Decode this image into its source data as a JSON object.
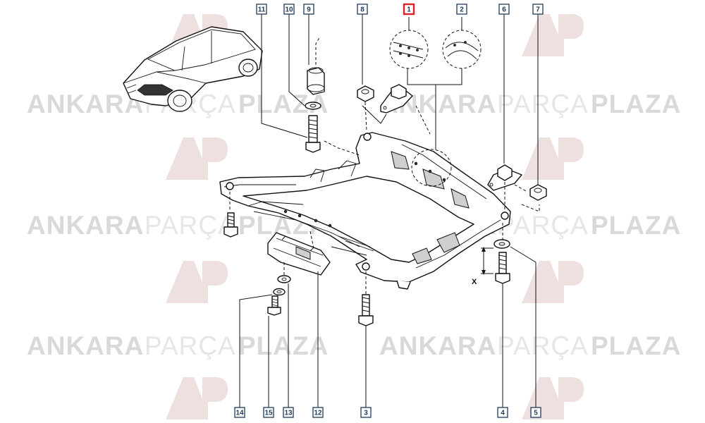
{
  "watermark": {
    "word1": "ANKARA",
    "word2": "PARÇA",
    "word3": "PLAZA",
    "logo": "AP",
    "colors": {
      "strong": "#d9d9d9",
      "light": "#e9e9e9",
      "logo": "#efd6d6"
    }
  },
  "callouts": [
    {
      "id": "11",
      "highlight": false
    },
    {
      "id": "10",
      "highlight": false
    },
    {
      "id": "9",
      "highlight": false
    },
    {
      "id": "8",
      "highlight": false
    },
    {
      "id": "1",
      "highlight": true
    },
    {
      "id": "2",
      "highlight": false
    },
    {
      "id": "6",
      "highlight": false
    },
    {
      "id": "7",
      "highlight": false
    },
    {
      "id": "14",
      "highlight": false
    },
    {
      "id": "15",
      "highlight": false
    },
    {
      "id": "13",
      "highlight": false
    },
    {
      "id": "12",
      "highlight": false
    },
    {
      "id": "3",
      "highlight": false
    },
    {
      "id": "4",
      "highlight": false
    },
    {
      "id": "5",
      "highlight": false
    }
  ],
  "dimension_label": "X",
  "colors": {
    "outline": "#111111",
    "callout_border": "#1f3a5c",
    "highlight": "#e0202a"
  }
}
